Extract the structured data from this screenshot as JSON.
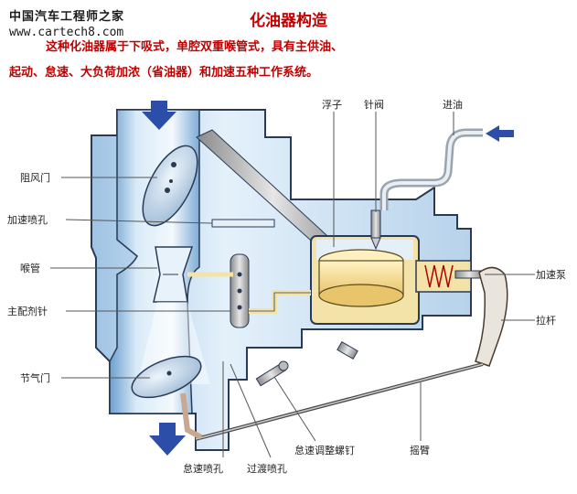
{
  "header": {
    "site_name": "中国汽车工程师之家",
    "site_url": "www.cartech8.com",
    "title": "化油器构造",
    "desc_line1": "这种化油器属于下吸式，单腔双重喉管式，具有主供油、",
    "desc_line2": "起动、怠速、大负荷加浓（省油器）和加速五种工作系统。"
  },
  "labels": {
    "choke_valve": "阻风门",
    "accel_jet": "加速喷孔",
    "venturi": "喉管",
    "main_metering_needle": "主配剂针",
    "throttle_valve": "节气门",
    "float": "浮子",
    "needle_valve": "针阀",
    "fuel_inlet": "进油",
    "accel_pump": "加速泵",
    "pull_rod": "拉杆",
    "idle_adjust_screw": "怠速调整螺钉",
    "rocker_arm": "摇臂",
    "idle_jet": "怠速喷孔",
    "transition_jet": "过渡喷孔"
  },
  "colors": {
    "red_text": "#c00000",
    "body_blue": "#cfe4f4",
    "body_outline": "#2a3a55",
    "arrow_blue": "#2c4ea8",
    "fuel_yellow": "#f4e3a8",
    "float_gold": "#f6dc8a"
  }
}
